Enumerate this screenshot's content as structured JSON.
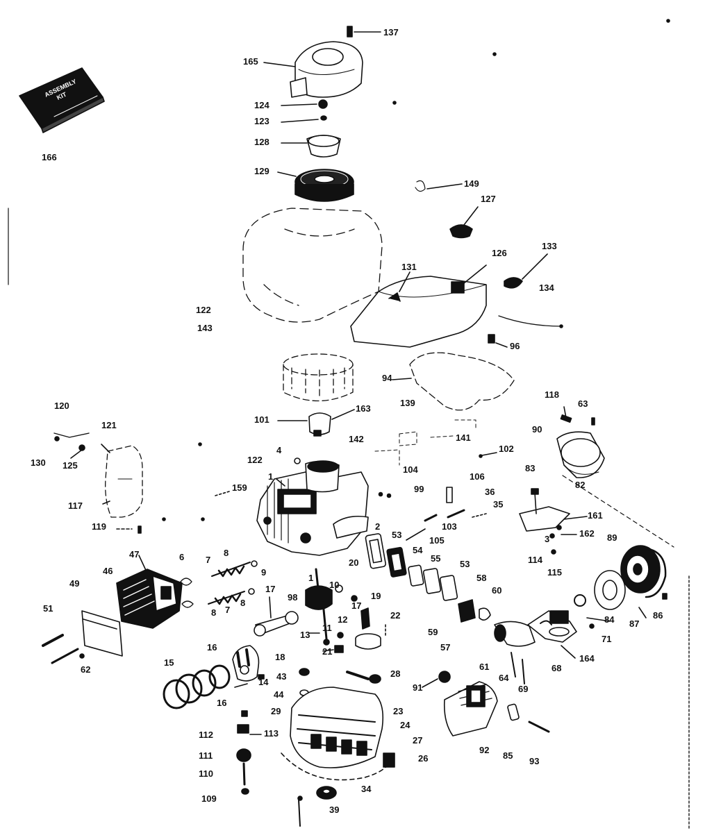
{
  "manual": {
    "title_line1": "ASSEMBLY",
    "title_line2": "KIT"
  },
  "colors": {
    "ink": "#111111",
    "paper": "#ffffff"
  },
  "callouts": [
    {
      "text": "137"
    },
    {
      "text": "165"
    },
    {
      "text": "124"
    },
    {
      "text": "123"
    },
    {
      "text": "128"
    },
    {
      "text": "129"
    },
    {
      "text": "166"
    },
    {
      "text": "149"
    },
    {
      "text": "127"
    },
    {
      "text": "133"
    },
    {
      "text": "131"
    },
    {
      "text": "126"
    },
    {
      "text": "134"
    },
    {
      "text": "122"
    },
    {
      "text": "143"
    },
    {
      "text": "96"
    },
    {
      "text": "94"
    },
    {
      "text": "118"
    },
    {
      "text": "63"
    },
    {
      "text": "90"
    },
    {
      "text": "120"
    },
    {
      "text": "121"
    },
    {
      "text": "101"
    },
    {
      "text": "163"
    },
    {
      "text": "139"
    },
    {
      "text": "141"
    },
    {
      "text": "102"
    },
    {
      "text": "130"
    },
    {
      "text": "125"
    },
    {
      "text": "142"
    },
    {
      "text": "4"
    },
    {
      "text": "122"
    },
    {
      "text": "104"
    },
    {
      "text": "82"
    },
    {
      "text": "83"
    },
    {
      "text": "1"
    },
    {
      "text": "159"
    },
    {
      "text": "99"
    },
    {
      "text": "106"
    },
    {
      "text": "36"
    },
    {
      "text": "117"
    },
    {
      "text": "35"
    },
    {
      "text": "103"
    },
    {
      "text": "161"
    },
    {
      "text": "119"
    },
    {
      "text": "2"
    },
    {
      "text": "53"
    },
    {
      "text": "105"
    },
    {
      "text": "3"
    },
    {
      "text": "162"
    },
    {
      "text": "114"
    },
    {
      "text": "89"
    },
    {
      "text": "115"
    },
    {
      "text": "47"
    },
    {
      "text": "6"
    },
    {
      "text": "7"
    },
    {
      "text": "8"
    },
    {
      "text": "9"
    },
    {
      "text": "20"
    },
    {
      "text": "54"
    },
    {
      "text": "55"
    },
    {
      "text": "53"
    },
    {
      "text": "46"
    },
    {
      "text": "58"
    },
    {
      "text": "60"
    },
    {
      "text": "1"
    },
    {
      "text": "10"
    },
    {
      "text": "17"
    },
    {
      "text": "98"
    },
    {
      "text": "49"
    },
    {
      "text": "7"
    },
    {
      "text": "8"
    },
    {
      "text": "8"
    },
    {
      "text": "17"
    },
    {
      "text": "19"
    },
    {
      "text": "84"
    },
    {
      "text": "86"
    },
    {
      "text": "87"
    },
    {
      "text": "51"
    },
    {
      "text": "22"
    },
    {
      "text": "71"
    },
    {
      "text": "11"
    },
    {
      "text": "12"
    },
    {
      "text": "13"
    },
    {
      "text": "59"
    },
    {
      "text": "16"
    },
    {
      "text": "18"
    },
    {
      "text": "57"
    },
    {
      "text": "164"
    },
    {
      "text": "21"
    },
    {
      "text": "62"
    },
    {
      "text": "15"
    },
    {
      "text": "61"
    },
    {
      "text": "68"
    },
    {
      "text": "43"
    },
    {
      "text": "28"
    },
    {
      "text": "91"
    },
    {
      "text": "64"
    },
    {
      "text": "69"
    },
    {
      "text": "14"
    },
    {
      "text": "44"
    },
    {
      "text": "16"
    },
    {
      "text": "29"
    },
    {
      "text": "23"
    },
    {
      "text": "24"
    },
    {
      "text": "112"
    },
    {
      "text": "113"
    },
    {
      "text": "27"
    },
    {
      "text": "111"
    },
    {
      "text": "26"
    },
    {
      "text": "92"
    },
    {
      "text": "85"
    },
    {
      "text": "93"
    },
    {
      "text": "110"
    },
    {
      "text": "34"
    },
    {
      "text": "109"
    },
    {
      "text": "39"
    }
  ]
}
